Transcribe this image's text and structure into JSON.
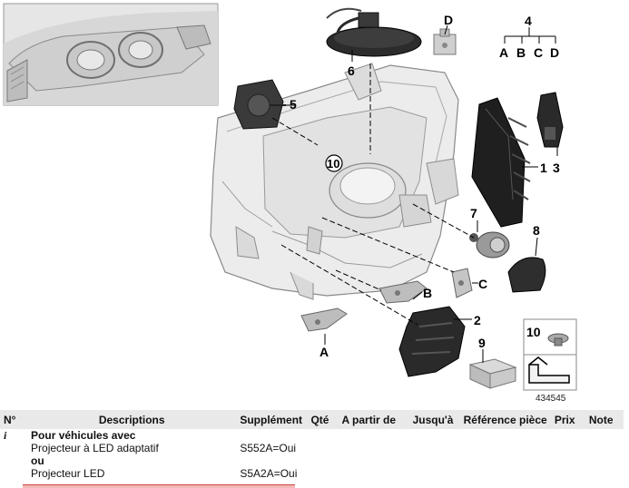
{
  "diagram": {
    "callouts": {
      "c1": "1",
      "c2": "2",
      "c3": "3",
      "c4": "4",
      "c5": "5",
      "c6": "6",
      "c7": "7",
      "c8": "8",
      "c9": "9",
      "c10": "10",
      "cA": "A",
      "cB": "B",
      "cC": "C",
      "cD": "D"
    },
    "group4_letters": {
      "a": "A",
      "b": "B",
      "c": "C",
      "d": "D"
    },
    "kit_label": "10",
    "diagram_number": "434545"
  },
  "table": {
    "headers": {
      "num": "N°",
      "desc": "Descriptions",
      "supp": "Supplément",
      "qty": "Qté",
      "from": "A partir de",
      "to": "Jusqu'à",
      "ref": "Référence pièce",
      "price": "Prix",
      "note": "Note"
    },
    "info_row": {
      "icon": "i",
      "title": "Pour véhicules avec",
      "line1": "Projecteur à LED adaptatif",
      "line1_supp": "S552A=Oui",
      "or": "ou",
      "line2": "Projecteur LED",
      "line2_supp": "S5A2A=Oui"
    }
  }
}
